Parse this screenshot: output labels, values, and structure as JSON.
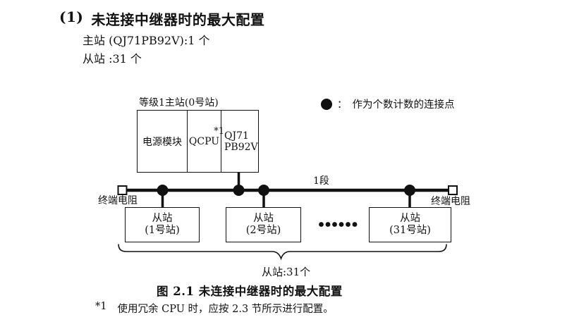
{
  "heading": {
    "number": "(1)",
    "title": "未连接中继器时的最大配置",
    "spec_lines": [
      "主站 (QJ71PB92V):1 个",
      "从站 :31 个"
    ]
  },
  "diagram": {
    "master_station_label": "等级1主站(0号站)",
    "master_cells": {
      "power_module": "电源模块",
      "cpu": "QCPU",
      "cpu_note": "*1",
      "interface_line1": "QJ71",
      "interface_line2": "PB92V"
    },
    "legend": {
      "separator": "：",
      "text": "作为个数计数的连接点"
    },
    "segment_label": "1段",
    "terminators": {
      "left_label": "终端电阻",
      "right_label": "终端电阻"
    },
    "slaves": [
      {
        "line1": "从站",
        "line2": "(1号站)"
      },
      {
        "line1": "从站",
        "line2": "(2号站)"
      },
      {
        "line1": "从站",
        "line2": "(31号站)"
      }
    ],
    "brace_label": "从站:31个"
  },
  "caption": "图 2.1 未连接中继器时的最大配置",
  "footnote": {
    "marker": "*1",
    "text": "使用冗余 CPU 时，应按 2.3 节所示进行配置。"
  },
  "colors": {
    "ink": "#111111",
    "background": "#ffffff"
  }
}
